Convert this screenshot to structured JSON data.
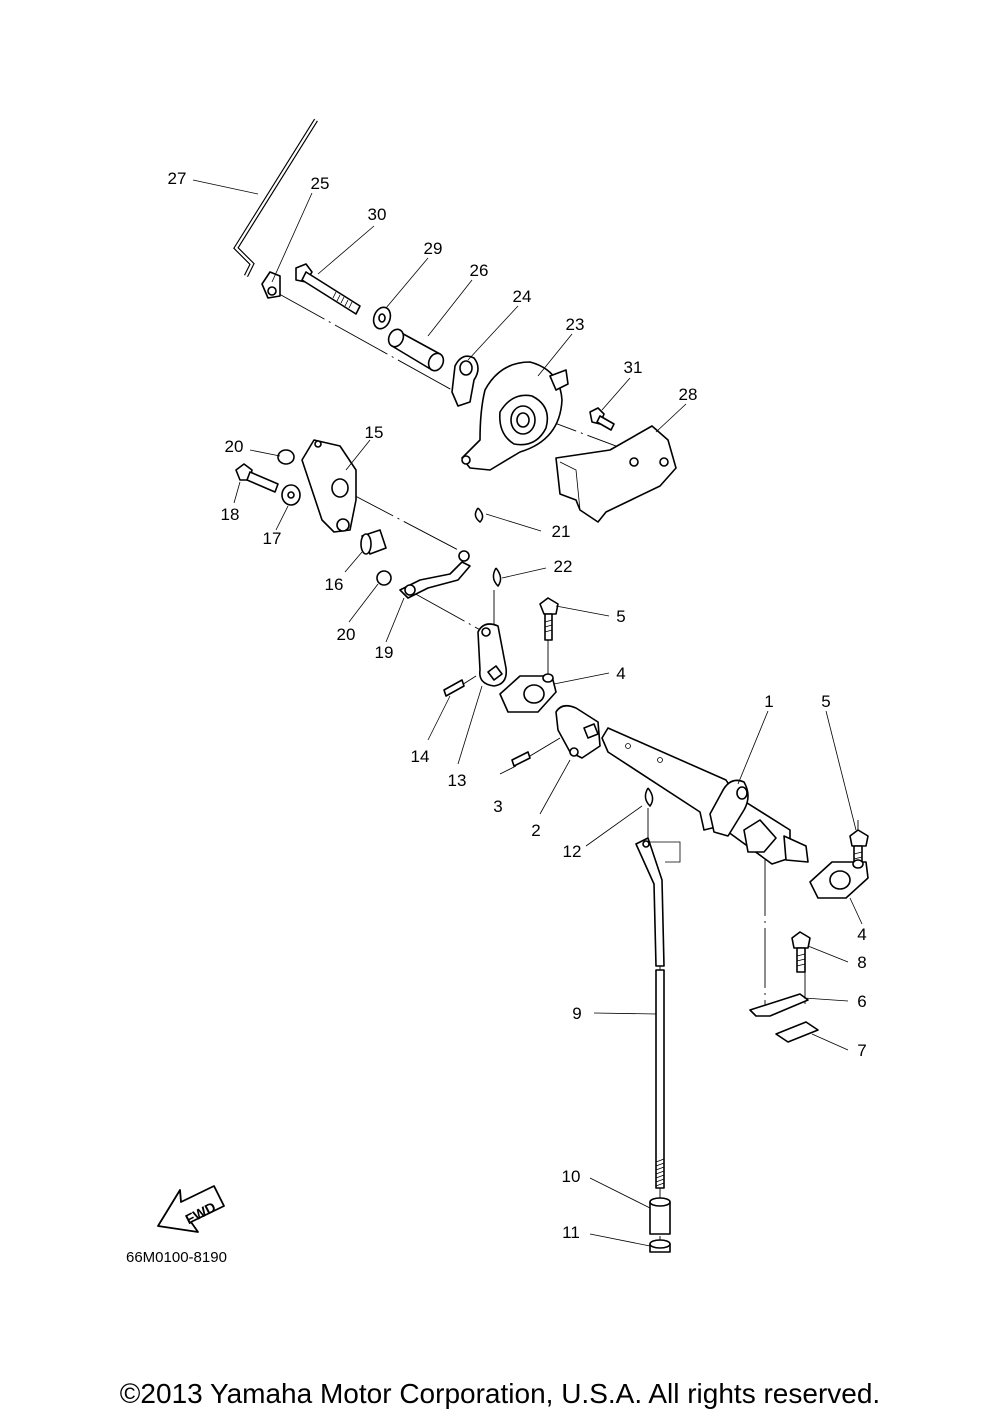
{
  "diagram_code": "66M0100-8190",
  "fwd_label": "FWD",
  "copyright": "©2013 Yamaha Motor Corporation, U.S.A. All rights reserved.",
  "callouts": [
    "27",
    "25",
    "30",
    "29",
    "26",
    "24",
    "23",
    "31",
    "28",
    "20",
    "15",
    "18",
    "17",
    "21",
    "16",
    "22",
    "20",
    "19",
    "5",
    "4",
    "14",
    "13",
    "3",
    "2",
    "1",
    "5",
    "12",
    "4",
    "8",
    "6",
    "9",
    "7",
    "10",
    "11"
  ]
}
